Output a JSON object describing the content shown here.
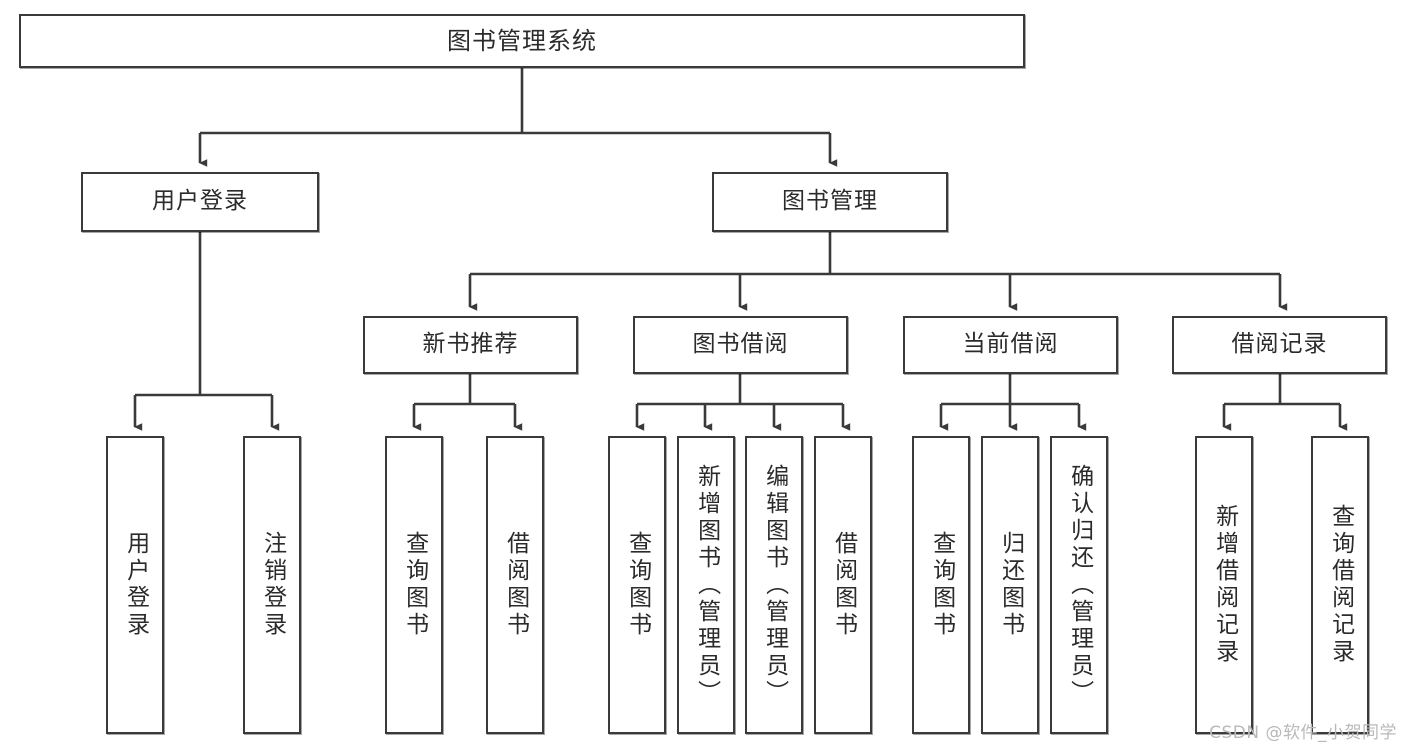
{
  "diagram": {
    "title": "图书管理系统",
    "watermark": "CSDN @软件_小贺同学",
    "colors": {
      "box_border": "#3a3a3a",
      "box_fill": "#ffffff",
      "text": "#2b2b2b",
      "edge": "#3a3a3a",
      "watermark": "#b9b9b9",
      "background": "#ffffff"
    },
    "nodes": {
      "root": {
        "label": "图书管理系统"
      },
      "level2": [
        {
          "id": "user-login",
          "label": "用户登录"
        },
        {
          "id": "book-manage",
          "label": "图书管理"
        }
      ],
      "level3": [
        {
          "id": "new-book-recommend",
          "label": "新书推荐"
        },
        {
          "id": "book-borrow",
          "label": "图书借阅"
        },
        {
          "id": "current-borrow",
          "label": "当前借阅"
        },
        {
          "id": "borrow-record",
          "label": "借阅记录"
        }
      ],
      "leaves": {
        "user_login": [
          {
            "id": "leaf-user-login",
            "label": "用户登录"
          },
          {
            "id": "leaf-logout-login",
            "label": "注销登录"
          }
        ],
        "new_book_recommend": [
          {
            "id": "leaf-query-book-1",
            "label": "查询图书"
          },
          {
            "id": "leaf-borrow-book-1",
            "label": "借阅图书"
          }
        ],
        "book_borrow": [
          {
            "id": "leaf-query-book-2",
            "label": "查询图书"
          },
          {
            "id": "leaf-add-book",
            "label": "新增图书（管理员）"
          },
          {
            "id": "leaf-edit-book",
            "label": "编辑图书（管理员）"
          },
          {
            "id": "leaf-borrow-book-2",
            "label": "借阅图书"
          }
        ],
        "current_borrow": [
          {
            "id": "leaf-query-book-3",
            "label": "查询图书"
          },
          {
            "id": "leaf-return-book",
            "label": "归还图书"
          },
          {
            "id": "leaf-confirm-return",
            "label": "确认归还（管理员）"
          }
        ],
        "borrow_record": [
          {
            "id": "leaf-add-record",
            "label": "新增借阅记录"
          },
          {
            "id": "leaf-query-record",
            "label": "查询借阅记录"
          }
        ]
      }
    }
  }
}
